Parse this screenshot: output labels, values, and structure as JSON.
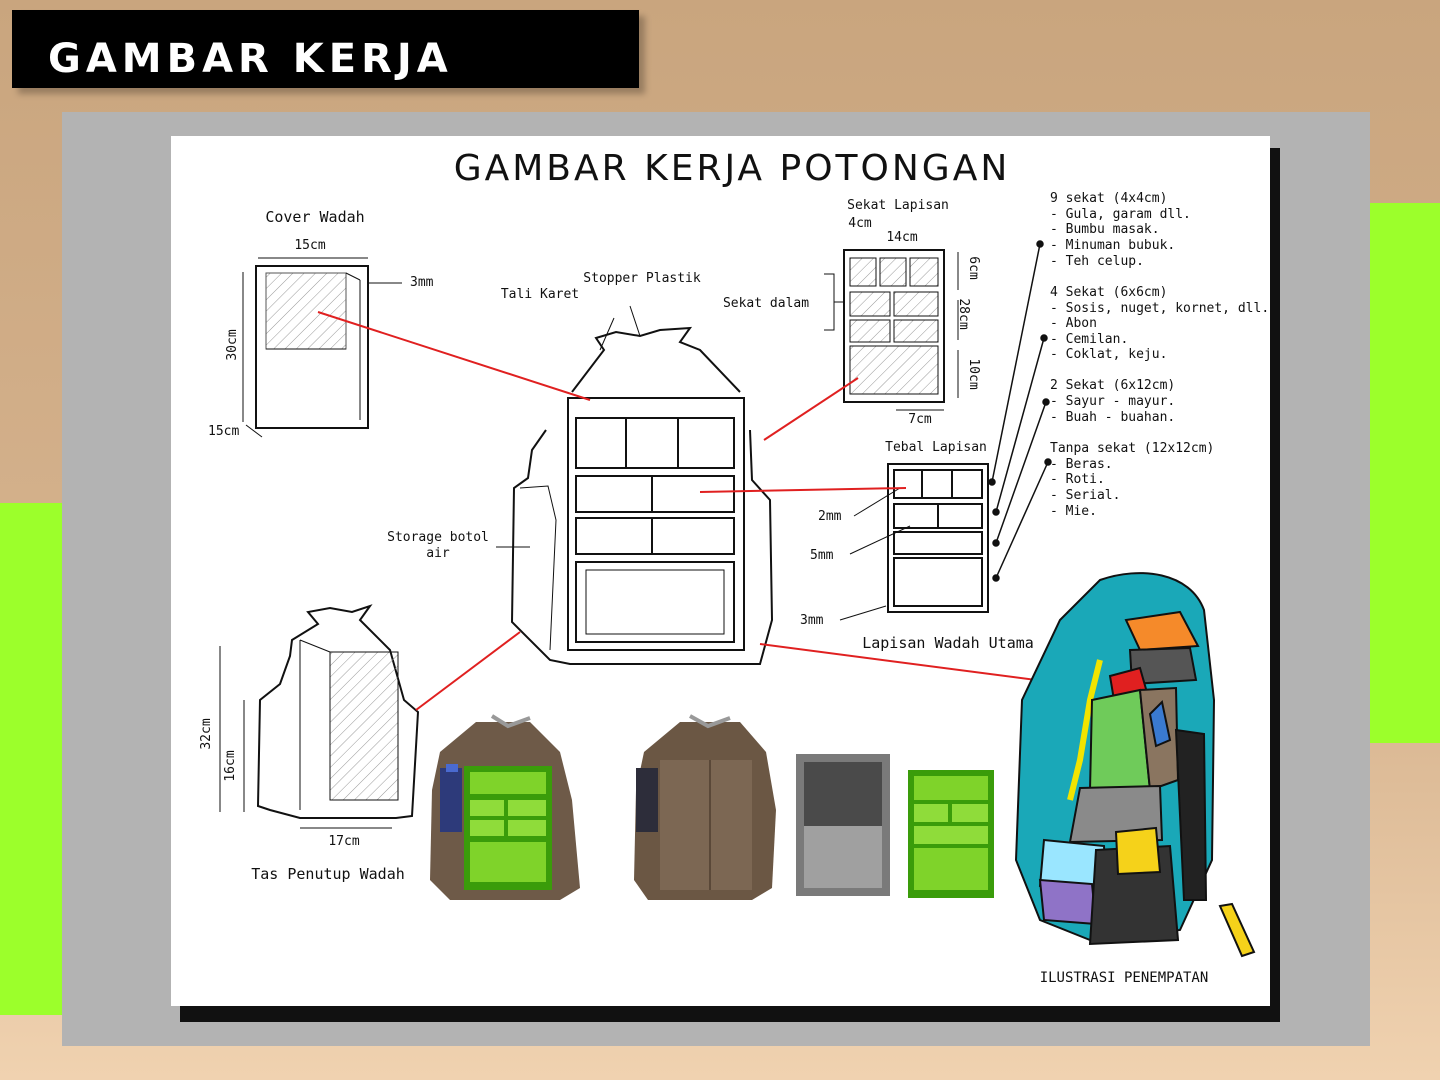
{
  "header": {
    "title": "GAMBAR KERJA"
  },
  "sheet": {
    "title": "GAMBAR KERJA POTONGAN",
    "cover": {
      "title": "Cover Wadah",
      "width": "15cm",
      "thickness": "3mm",
      "height": "30cm",
      "depth": "15cm"
    },
    "bag": {
      "tali": "Tali Karet",
      "stopper": "Stopper Plastik",
      "storage_line1": "Storage botol",
      "storage_line2": "air"
    },
    "sekat_lapisan": {
      "title": "Sekat Lapisan",
      "d4": "4cm",
      "d14": "14cm",
      "d6": "6cm",
      "d28": "28cm",
      "d10": "10cm",
      "d7": "7cm",
      "sekat_dalam": "Sekat dalam"
    },
    "tebal": {
      "title": "Tebal Lapisan",
      "m2": "2mm",
      "m5": "5mm",
      "m3": "3mm",
      "caption": "Lapisan Wadah Utama"
    },
    "notes": [
      {
        "head": "9 sekat (4x4cm)",
        "items": [
          "- Gula, garam dll.",
          "- Bumbu masak.",
          "- Minuman bubuk.",
          "- Teh celup."
        ]
      },
      {
        "head": "4 Sekat (6x6cm)",
        "items": [
          "- Sosis, nuget, kornet, dll.",
          "- Abon",
          "- Cemilan.",
          "- Coklat, keju."
        ]
      },
      {
        "head": "2 Sekat (6x12cm)",
        "items": [
          "- Sayur - mayur.",
          "- Buah - buahan."
        ]
      },
      {
        "head": "Tanpa sekat (12x12cm)",
        "items": [
          "- Beras.",
          "- Roti.",
          "- Serial.",
          "- Mie."
        ]
      }
    ],
    "tas_penutup": {
      "caption": "Tas Penutup Wadah",
      "h32": "32cm",
      "h16": "16cm",
      "w17": "17cm"
    },
    "ilustrasi": "ILUSTRASI PENEMPATAN"
  },
  "colors": {
    "accent_red": "#e02020",
    "lime": "#9cff2b",
    "teal": "#1aa8b8",
    "render_green": "#52b80c",
    "render_brown": "#6e5a48"
  }
}
